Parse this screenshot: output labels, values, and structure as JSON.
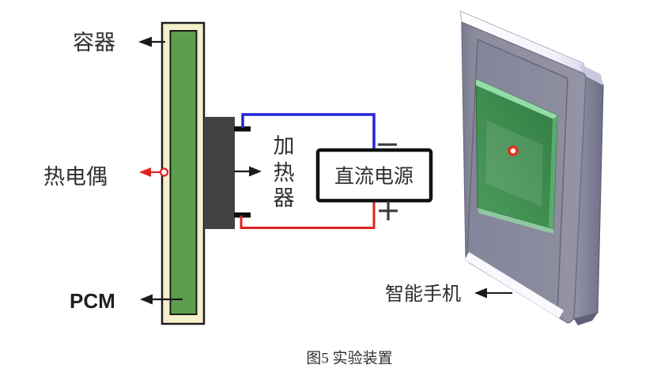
{
  "caption": "图5 实验装置",
  "labels": {
    "container": "容器",
    "thermocouple": "热电偶",
    "pcm": "PCM",
    "heater": "加热器",
    "heater_chars": [
      "加",
      "热",
      "器"
    ],
    "dc_power": "直流电源",
    "minus": "−",
    "plus": "+",
    "smartphone": "智能手机"
  },
  "colors": {
    "container_fill": "#f5f0cc",
    "pcm_fill": "#5b9e4d",
    "heater_fill": "#424242",
    "terminal_black": "#0d0d0d",
    "wire_blue": "#2424d6",
    "wire_red": "#e02321",
    "outline": "#1b1b1b",
    "label_text": "#2f2f2f",
    "phone_face": "#8f8f9f",
    "phone_side": "#80809a",
    "phone_top": "#f6f6fc",
    "panel_green": "#3f8c4c",
    "panel_green_light": "#95dca8",
    "probe_red": "#e23220"
  }
}
